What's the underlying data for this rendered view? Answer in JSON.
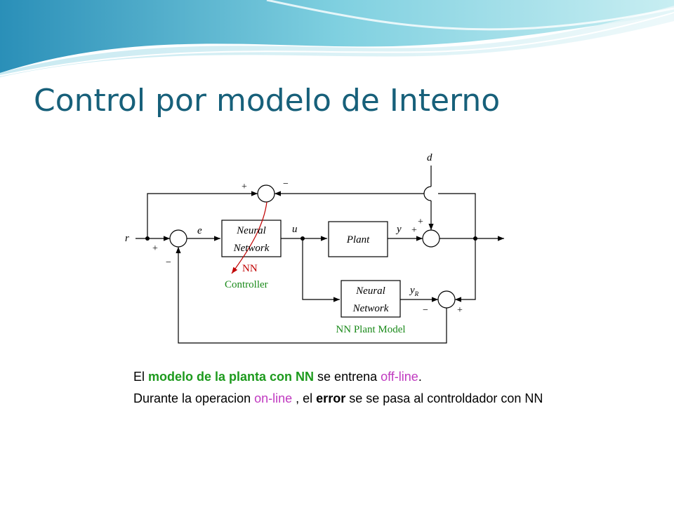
{
  "title": "Control por modelo de Interno",
  "diagram": {
    "signal_r": "r",
    "signal_e": "e",
    "signal_u": "u",
    "signal_y": "y",
    "signal_d": "d",
    "signal_yr_main": "y",
    "signal_yr_sub": "R",
    "controller_block": {
      "line1": "Neural",
      "line2": "Network"
    },
    "plant_block": "Plant",
    "model_block": {
      "line1": "Neural",
      "line2": "Network"
    },
    "controller_label": {
      "line1": "NN",
      "line2": "Controller"
    },
    "model_label": "NN Plant Model",
    "plus": "+",
    "minus": "−",
    "colors": {
      "title": "#17607a",
      "adapt_arrow": "#c00000",
      "highlight_green": "#1d9a1d",
      "highlight_magenta": "#c03ac0"
    }
  },
  "notes": {
    "p1": {
      "a": "El ",
      "b": "modelo de la planta con NN",
      "c": " se entrena ",
      "d": "off-line",
      "e": "."
    },
    "p2": {
      "a": "Durante la operacion ",
      "b": "on-line",
      "c": " , el ",
      "d": "error",
      "e": " se se pasa al controldador con NN"
    }
  }
}
